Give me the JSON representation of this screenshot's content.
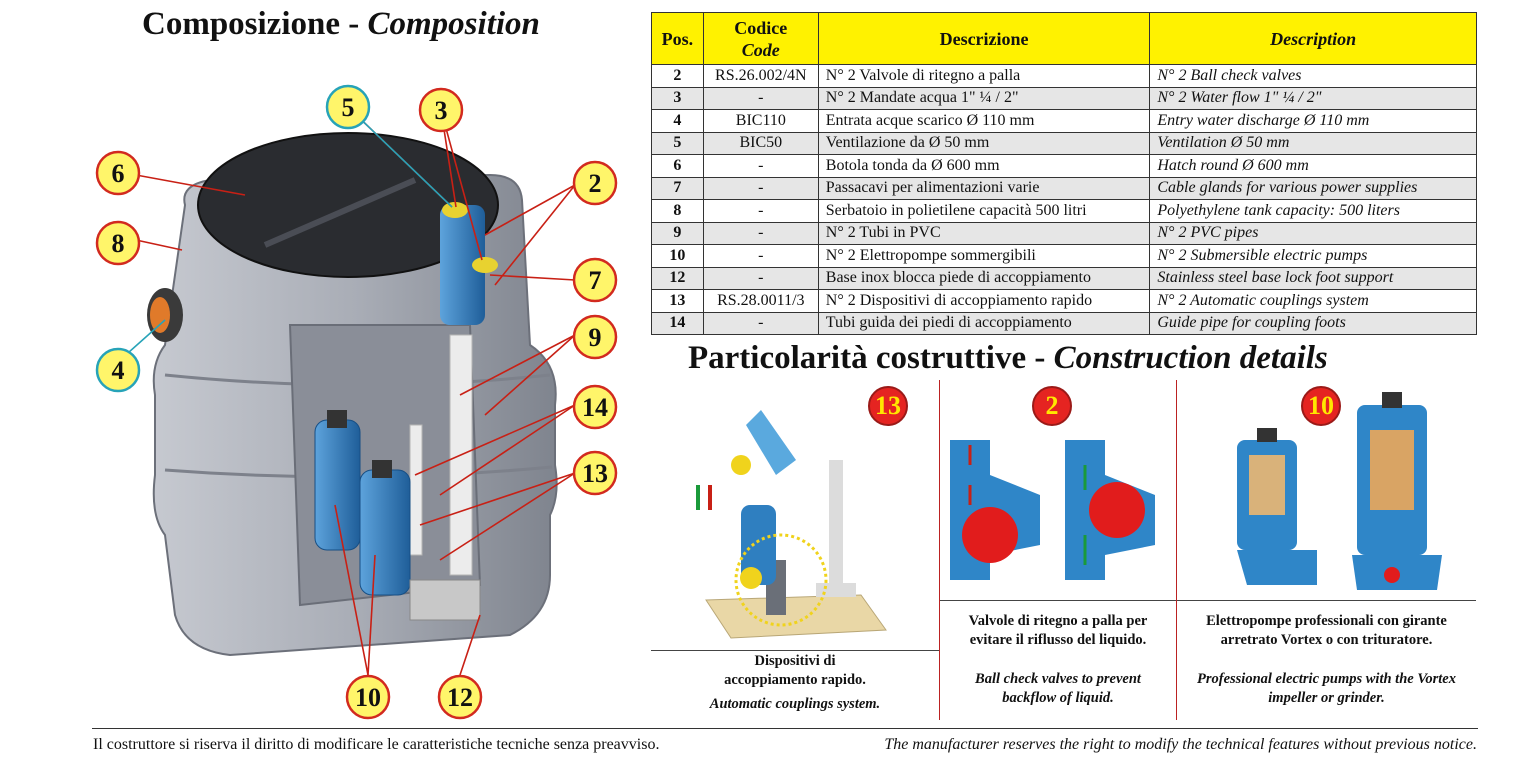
{
  "title_composition": {
    "it": "Composizione",
    "sep": " - ",
    "en": "Composition"
  },
  "title_details": {
    "it": "Particolarità costruttive",
    "sep": " - ",
    "en": "Construction details"
  },
  "table": {
    "headers": {
      "pos": "Pos.",
      "code_it": "Codice",
      "code_en": "Code",
      "desc_it": "Descrizione",
      "desc_en": "Description"
    },
    "rows": [
      {
        "pos": "2",
        "code": "RS.26.002/4N",
        "it": "N° 2 Valvole di ritegno a palla",
        "en": "N° 2 Ball check valves"
      },
      {
        "pos": "3",
        "code": "-",
        "it": "N° 2 Mandate acqua 1\" ¼ / 2\"",
        "en": "N° 2 Water flow 1\" ¼ / 2\""
      },
      {
        "pos": "4",
        "code": "BIC110",
        "it": "Entrata acque scarico  Ø 110 mm",
        "en": "Entry water discharge Ø 110 mm"
      },
      {
        "pos": "5",
        "code": "BIC50",
        "it": "Ventilazione da Ø 50 mm",
        "en": "Ventilation Ø 50 mm"
      },
      {
        "pos": "6",
        "code": "-",
        "it": "Botola tonda da Ø 600 mm",
        "en": "Hatch round Ø 600 mm"
      },
      {
        "pos": "7",
        "code": "-",
        "it": "Passacavi per alimentazioni varie",
        "en": "Cable glands for various power supplies"
      },
      {
        "pos": "8",
        "code": "-",
        "it": "Serbatoio in polietilene capacità 500 litri",
        "en": "Polyethylene tank capacity: 500 liters"
      },
      {
        "pos": "9",
        "code": "-",
        "it": "N° 2 Tubi in PVC",
        "en": "N° 2 PVC pipes"
      },
      {
        "pos": "10",
        "code": "-",
        "it": "N° 2 Elettropompe sommergibili",
        "en": "N° 2 Submersible electric pumps"
      },
      {
        "pos": "12",
        "code": "-",
        "it": "Base inox blocca piede di accoppiamento",
        "en": "Stainless steel base lock foot support"
      },
      {
        "pos": "13",
        "code": "RS.28.0011/3",
        "it": "N° 2 Dispositivi di accoppiamento rapido",
        "en": "N° 2 Automatic couplings system"
      },
      {
        "pos": "14",
        "code": "-",
        "it": "Tubi guida dei piedi di accoppiamento",
        "en": "Guide pipe for coupling foots"
      }
    ]
  },
  "callouts": [
    "5",
    "3",
    "6",
    "2",
    "8",
    "7",
    "4",
    "9",
    "14",
    "13",
    "10",
    "12"
  ],
  "details": [
    {
      "badge": "13",
      "caption_it": [
        "Dispositivi di",
        "accoppiamento rapido."
      ],
      "caption_en": [
        "Automatic couplings system."
      ]
    },
    {
      "badge": "2",
      "caption_it": [
        "Valvole di ritegno a palla per",
        "evitare il riflusso del liquido."
      ],
      "caption_en": [
        "Ball check valves to prevent",
        "backflow of liquid."
      ]
    },
    {
      "badge": "10",
      "caption_it": [
        "Elettropompe professionali con girante",
        "arretrato Vortex o con trituratore."
      ],
      "caption_en": [
        "Professional electric pumps with the Vortex",
        "impeller or grinder."
      ]
    }
  ],
  "footer": {
    "it": "Il costruttore si riserva il diritto di modificare le caratteristiche tecniche senza preavviso.",
    "en": "The manufacturer reserves the right to modify the technical features without previous notice."
  },
  "colors": {
    "header_yellow": "#fff200",
    "callout_fill": "#fff56a",
    "callout_red": "#d22a1f",
    "callout_teal": "#27a3b8",
    "badge_red": "#e52421",
    "badge_text": "#ffe800",
    "pump_blue": "#2f7fc0",
    "tank_grey": "#9a9ea8"
  }
}
